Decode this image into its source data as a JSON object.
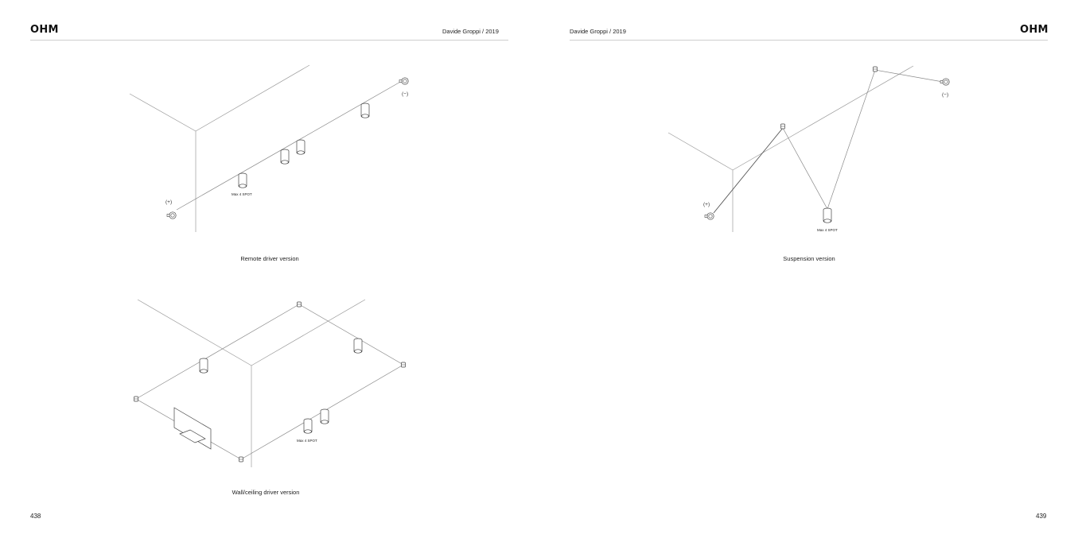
{
  "left_page": {
    "brand": "OHM",
    "designer": "Davide Groppi / 2019",
    "page_number": "438",
    "figures": [
      {
        "caption": "Remote driver version",
        "spot_note": "Max 4 SPOT",
        "positive_sign": "(+)",
        "negative_sign": "(−)"
      },
      {
        "caption": "Wall/ceiling driver version",
        "spot_note": "Max 4 SPOT"
      }
    ]
  },
  "right_page": {
    "brand": "OHM",
    "designer": "Davide Groppi / 2019",
    "page_number": "439",
    "figures": [
      {
        "caption": "Suspension version",
        "spot_note": "Max 4 SPOT",
        "positive_sign": "(+)",
        "negative_sign": "(−)"
      }
    ]
  }
}
